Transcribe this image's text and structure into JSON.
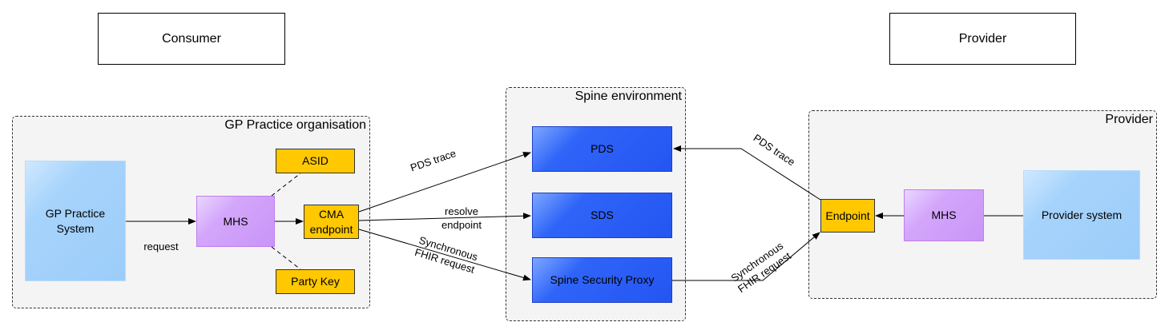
{
  "header": {
    "consumer_label": "Consumer",
    "provider_label": "Provider"
  },
  "groups": {
    "gp_practice": "GP Practice organisation",
    "spine": "Spine environment",
    "provider": "Provider"
  },
  "nodes": {
    "gp_system": "GP Practice System",
    "consumer_mhs": "MHS",
    "asid": "ASID",
    "cma_endpoint": "CMA endpoint",
    "party_key": "Party Key",
    "pds": "PDS",
    "sds": "SDS",
    "ssp": "Spine Security Proxy",
    "provider_endpoint": "Endpoint",
    "provider_mhs": "MHS",
    "provider_system": "Provider system"
  },
  "edge_labels": {
    "request": "request",
    "pds_trace_left": "PDS trace",
    "resolve_line1": "resolve",
    "resolve_line2": "endpoint",
    "sync_left_line1": "Synchronous",
    "sync_left_line2": "FHIR request",
    "pds_trace_right": "PDS trace",
    "sync_right_line1": "Synchronous",
    "sync_right_line2": "FHIR request"
  },
  "colors": {
    "light_blue": "#9ccdfa",
    "purple": "#c895f7",
    "dark_blue": "#2455f2",
    "yellow": "#ffc800",
    "group_fill": "#f4f4f4"
  }
}
